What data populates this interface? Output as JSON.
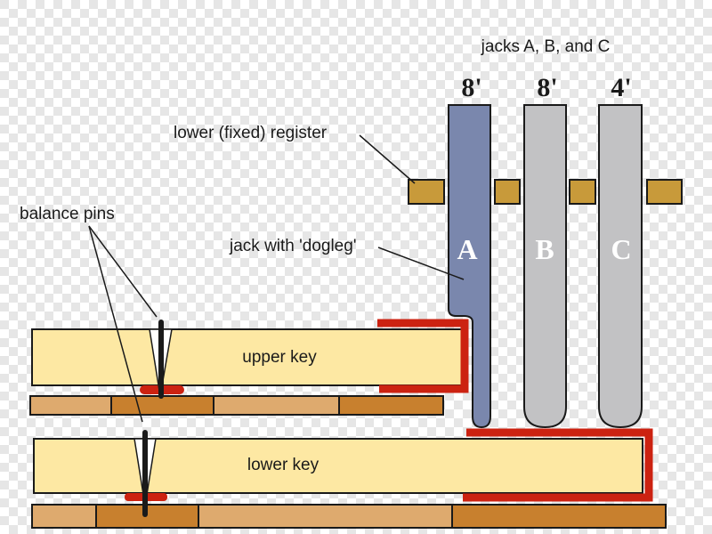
{
  "labels": {
    "jacks": "jacks A, B, and C",
    "register": "lower (fixed) register",
    "balance_pins": "balance pins",
    "dogleg": "jack with 'dogleg'",
    "upper_key": "upper key",
    "lower_key": "lower key"
  },
  "jacks": [
    {
      "letter": "A",
      "footage": "8'"
    },
    {
      "letter": "B",
      "footage": "8'"
    },
    {
      "letter": "C",
      "footage": "4'"
    }
  ],
  "colors": {
    "checker_light": "#ffffff",
    "checker_dark": "#e6e6e6",
    "key": "#fde8a3",
    "wood": "#deaa6e",
    "wood_dark": "#c8802e",
    "register": "#c89a3a",
    "felt": "#cc2211",
    "jack_a": "#7a87ad",
    "jack_bc": "#c2c2c4",
    "stroke": "#1a1a1a"
  }
}
